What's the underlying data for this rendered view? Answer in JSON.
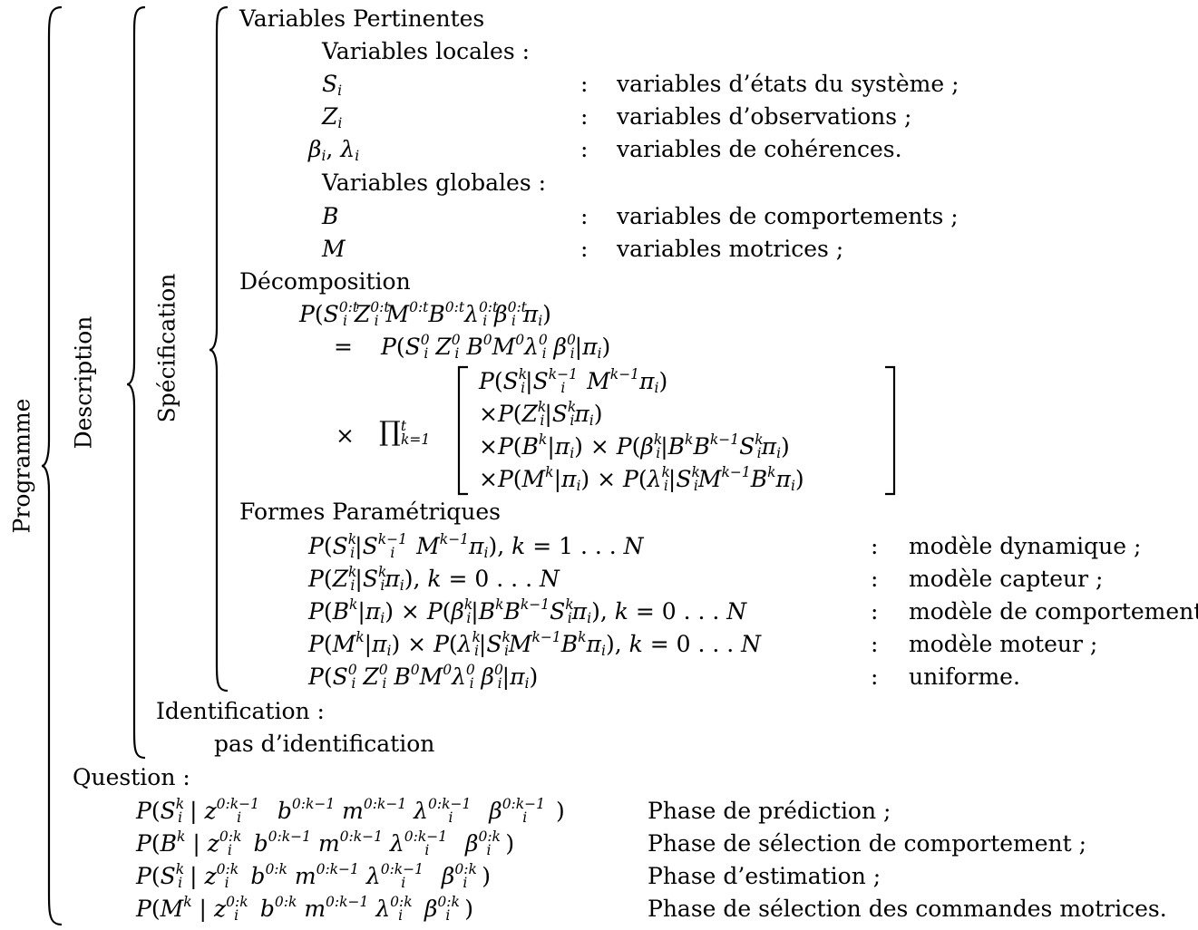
{
  "labels": {
    "programme": "Programme",
    "description": "Description",
    "specification": "Spécification"
  },
  "spec": {
    "vars_title": "Variables Pertinentes",
    "local_title": "Variables locales :",
    "local": [
      {
        "sym": "Si",
        "desc": "variables d’états du système ;"
      },
      {
        "sym": "Zi",
        "desc": "variables d’observations ;"
      },
      {
        "sym": "βi, λi",
        "desc": "variables de cohérences."
      }
    ],
    "global_title": "Variables globales :",
    "global": [
      {
        "sym": "B",
        "desc": "variables de comportements ;"
      },
      {
        "sym": "M",
        "desc": "variables motrices ;"
      }
    ],
    "decomp_title": "Décomposition",
    "forms_title": "Formes Paramétriques",
    "forms_desc": [
      "modèle dynamique ;",
      "modèle capteur ;",
      "modèle de comportement",
      "modèle moteur ;",
      "uniforme."
    ]
  },
  "identification": {
    "title": "Identification :",
    "body": "pas d’identification"
  },
  "question": {
    "title": "Question :",
    "phases": [
      "Phase de prédiction ;",
      "Phase de sélection de comportement ;",
      "Phase d’estimation ;",
      "Phase de sélection des commandes motrices."
    ]
  }
}
